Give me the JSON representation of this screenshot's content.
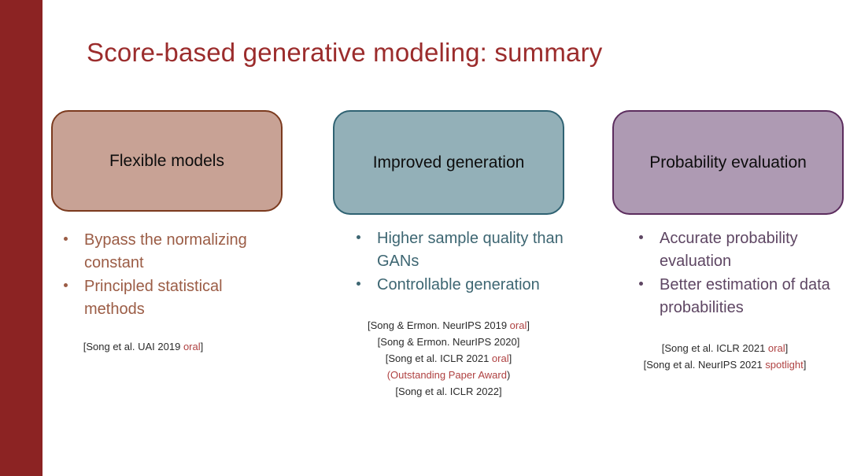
{
  "slide": {
    "title": "Score-based generative modeling: summary",
    "title_color": "#9B2C2C",
    "sidebar_color": "#8C2323",
    "background_color": "#FFFFFF",
    "highlight_color": "#AF4141"
  },
  "columns": [
    {
      "box_label": "Flexible models",
      "box_fill": "#C8A295",
      "box_border": "#7B3A1E",
      "text_color": "#9B5C45",
      "bullets": [
        "Bypass the normalizing constant",
        "Principled statistical methods"
      ],
      "citations": [
        {
          "prefix": "[Song et al. UAI 2019 ",
          "highlight": "oral",
          "suffix": "]"
        }
      ]
    },
    {
      "box_label": "Improved generation",
      "box_fill": "#93B0B8",
      "box_border": "#2F6272",
      "text_color": "#3D6672",
      "bullets": [
        "Higher sample quality than GANs",
        "Controllable generation"
      ],
      "citations": [
        {
          "prefix": "[Song & Ermon. NeurIPS 2019 ",
          "highlight": "oral",
          "suffix": "]"
        },
        {
          "prefix": "[Song & Ermon. NeurIPS 2020]",
          "highlight": "",
          "suffix": ""
        },
        {
          "prefix": "[Song et al. ICLR 2021 ",
          "highlight": "oral",
          "suffix": "]"
        },
        {
          "prefix": "",
          "highlight": "(Outstanding Paper Award",
          "suffix": ")"
        },
        {
          "prefix": "[Song et al. ICLR 2022]",
          "highlight": "",
          "suffix": ""
        }
      ]
    },
    {
      "box_label": "Probability evaluation",
      "box_fill": "#AE9AB3",
      "box_border": "#5C2D5E",
      "text_color": "#5E4663",
      "bullets": [
        "Accurate probability evaluation",
        "Better estimation of data probabilities"
      ],
      "citations": [
        {
          "prefix": "[Song et al. ICLR 2021 ",
          "highlight": "oral",
          "suffix": "]"
        },
        {
          "prefix": "[Song et al. NeurIPS 2021 ",
          "highlight": "spotlight",
          "suffix": "]"
        }
      ]
    }
  ]
}
